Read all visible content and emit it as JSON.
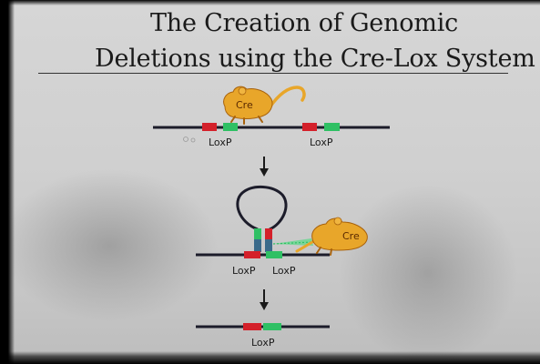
{
  "title": {
    "line1": "The Creation of Genomic",
    "line2": "Deletions using the Cre-Lox System"
  },
  "step1": {
    "enzyme_label": "Cre",
    "site_label_left": "LoxP",
    "site_label_right": "LoxP"
  },
  "step2": {
    "enzyme_label": "Cre",
    "site_label_left": "LoxP",
    "site_label_right": "LoxP"
  },
  "step3": {
    "site_label": "LoxP"
  },
  "colors": {
    "dna": "#1c1c2a",
    "lox_red": "#d4202a",
    "lox_green": "#2fc064",
    "cre_body": "#e8a62a",
    "cre_outline": "#a8620c",
    "arrow": "#1a1a1a"
  }
}
